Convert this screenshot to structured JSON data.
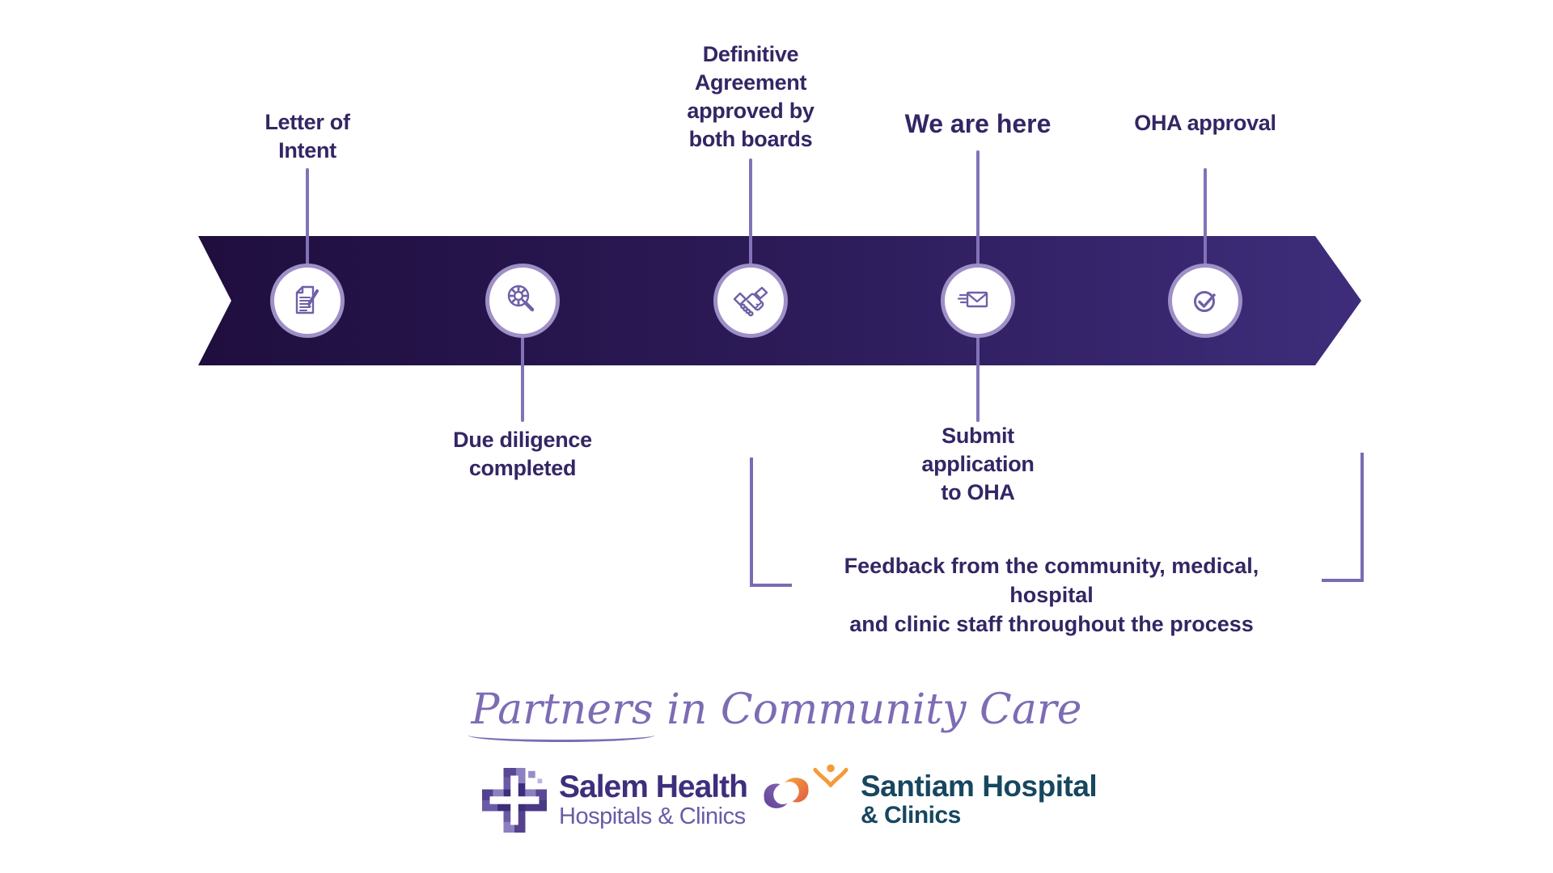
{
  "page": {
    "background": "#ffffff"
  },
  "timeline": {
    "band_colors": {
      "start": "#1f0e3e",
      "end": "#3e2d7b"
    },
    "accent_color": "#8273b8",
    "text_color": "#342664",
    "steps": [
      {
        "label": "Letter of\nIntent",
        "icon": "document-pencil-icon",
        "label_position": "above"
      },
      {
        "label": "Due diligence\ncompleted",
        "icon": "magnifier-gear-icon",
        "label_position": "below"
      },
      {
        "label": "Definitive\nAgreement\napproved by\nboth boards",
        "icon": "handshake-icon",
        "label_position": "above"
      },
      {
        "label": "Submit\napplication\nto OHA",
        "icon": "envelope-icon",
        "label_position": "below",
        "marker": "We are here"
      },
      {
        "label": "OHA approval",
        "icon": "check-circle-icon",
        "label_position": "above"
      }
    ],
    "annotation": "Feedback from the community, medical, hospital\nand clinic staff throughout the process"
  },
  "footer": {
    "tagline": {
      "lead": "Partners",
      "rest": " in Community Care"
    },
    "salem": {
      "name": "Salem Health",
      "subtitle": "Hospitals & Clinics"
    },
    "santiam": {
      "name": "Santiam Hospital",
      "subtitle": "& Clinics"
    }
  }
}
